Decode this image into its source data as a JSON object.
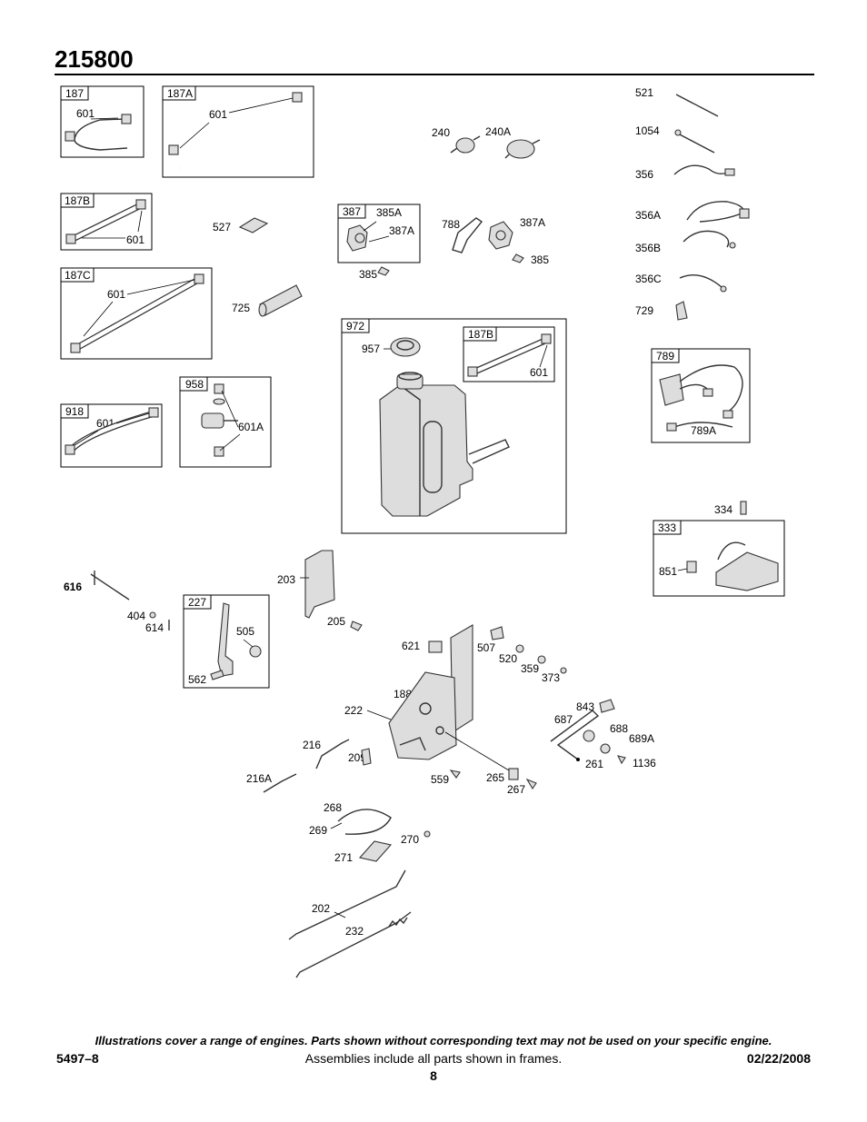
{
  "header": {
    "model": "215800"
  },
  "labels": {
    "f187": "187",
    "f187_601": "601",
    "f187A": "187A",
    "f187A_601": "601",
    "f187B": "187B",
    "f187B_601": "601",
    "f187C": "187C",
    "f187C_601": "601",
    "f918": "918",
    "f918_601": "601",
    "f958": "958",
    "f958_601A": "601A",
    "p527": "527",
    "p725": "725",
    "p240": "240",
    "p240A": "240A",
    "f387": "387",
    "f387_385A": "385A",
    "f387_387A": "387A",
    "p385a": "385",
    "p788": "788",
    "p387A": "387A",
    "p385b": "385",
    "f972": "972",
    "f972_957": "957",
    "f972_187B": "187B",
    "f972_601": "601",
    "p521": "521",
    "p1054": "1054",
    "p356": "356",
    "p356A": "356A",
    "p356B": "356B",
    "p356C": "356C",
    "p729": "729",
    "f789": "789",
    "f789_789A": "789A",
    "p334": "334",
    "f333": "333",
    "f333_851": "851",
    "p616": "616",
    "p404": "404",
    "p614": "614",
    "f227": "227",
    "f227_505": "505",
    "f227_562": "562",
    "p203": "203",
    "p205": "205",
    "p621": "621",
    "p507": "507",
    "p520": "520",
    "p359": "359",
    "p373": "373",
    "p188": "188",
    "p222": "222",
    "p216": "216",
    "p209": "209",
    "p216A": "216A",
    "p559": "559",
    "p265": "265",
    "p267": "267",
    "p843": "843",
    "p687": "687",
    "p688": "688",
    "p689A": "689A",
    "p261": "261",
    "p1136": "1136",
    "p268": "268",
    "p269": "269",
    "p270": "270",
    "p271": "271",
    "p202": "202",
    "p232": "232"
  },
  "footer": {
    "note": "Illustrations cover a range of engines. Parts shown without corresponding text may not be used on your specific engine.",
    "left": "5497–8",
    "center": "Assemblies include all parts shown in frames.",
    "right": "02/22/2008",
    "page": "8"
  }
}
